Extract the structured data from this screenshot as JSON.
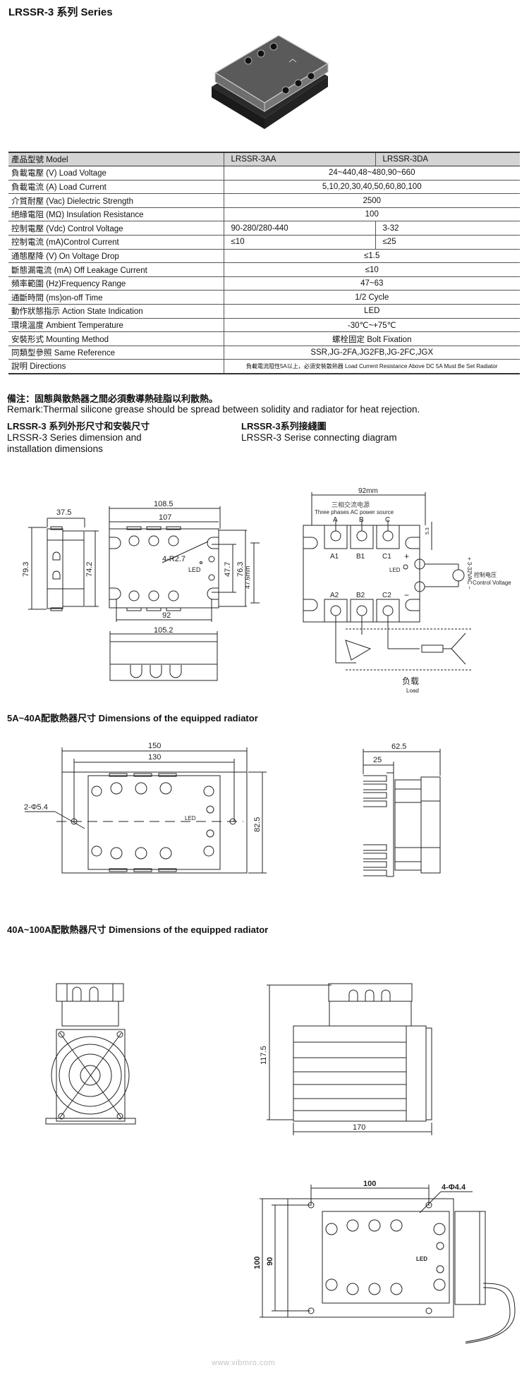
{
  "title": "LRSSR-3 系列 Series",
  "product_photo": {
    "alt": "LRSSR-3 three-phase solid state relay"
  },
  "spec_table": {
    "header": {
      "label": "產品型號 Model",
      "col1": "LRSSR-3AA",
      "col2": "LRSSR-3DA"
    },
    "rows": [
      {
        "label": "負載電壓 (V) Load Voltage",
        "value": "24~440,48~480,90~660"
      },
      {
        "label": "負載電流 (A) Load Current",
        "value": "5,10,20,30,40,50,60,80,100"
      },
      {
        "label": "介質耐壓 (Vac) Dielectric Strength",
        "value": "2500"
      },
      {
        "label": "絕緣電阻 (MΩ) Insulation Resistance",
        "value": "100"
      },
      {
        "label": "控制電壓 (Vdc) Control Voltage",
        "col1": "90-280/280-440",
        "col2": "3-32"
      },
      {
        "label": "控制電流 (mA)Control Current",
        "col1": "≤10",
        "col2": "≤25"
      },
      {
        "label": "通態壓降 (V) On Voltage Drop",
        "value": "≤1.5"
      },
      {
        "label": "斷態漏電流 (mA) Off Leakage Current",
        "value": "≤10"
      },
      {
        "label": "頻率範圍 (Hz)Frequency Range",
        "value": "47~63"
      },
      {
        "label": "通斷時間 (ms)on-off Time",
        "value": "1/2 Cycle"
      },
      {
        "label": "動作狀態指示 Action State Indication",
        "value": "LED"
      },
      {
        "label": "環境溫度 Ambient Temperature",
        "value": "-30℃~+75℃"
      },
      {
        "label": "安裝形式 Mounting Method",
        "value": "螺栓固定 Bolt Fixation"
      },
      {
        "label": "同類型參照 Same Reference",
        "value": "SSR,JG-2FA,JG2FB,JG-2FC,JGX"
      },
      {
        "label": "說明 Directions",
        "value": "負載電流阻性5A以上，必須安裝散熱器 Load Current Resistance Above DC 5A Must Be Set Radiator"
      }
    ]
  },
  "remark": {
    "cn": "備注：固態與散熱器之間必須敷導熱硅脂以利散熱。",
    "en": "Remark:Thermal silicone grease should be spread between solidity and radiator for heat rejection."
  },
  "dimension_section": {
    "title_cn": "LRSSR-3 系列外形尺寸和安裝尺寸",
    "title_en_1": "LRSSR-3 Series dimension and",
    "title_en_2": "installation dimensions",
    "dims": {
      "side_width": "37.5",
      "side_height_outer": "79.3",
      "side_height_inner": "74.2",
      "top_outer": "108.5",
      "top_inner": "107",
      "hole_radius": "4-R2.7",
      "led": "LED",
      "ctrl_spacing": "47.7",
      "body_height": "76.3",
      "hole_spacing": "92",
      "bottom_width": "105.2"
    }
  },
  "wiring_section": {
    "title_cn": "LRSSR-3系列接綫圖",
    "title_en": "LRSSR-3 Serise connecting diagram",
    "dim_top": "92mm",
    "dim_side": "47.6mm",
    "dim_small": "5.3",
    "source_cn": "三相交流电源",
    "source_en": "Three phases AC power source",
    "terminals_in": [
      "A",
      "B",
      "C"
    ],
    "terminals_top": [
      "A1",
      "B1",
      "C1"
    ],
    "terminals_bottom": [
      "A2",
      "B2",
      "C2"
    ],
    "led": "LED",
    "plus": "+",
    "minus": "−",
    "ctrl_range": "+ 3-32VAC −",
    "ctrl_cn": "控制电压",
    "ctrl_en": "Control Voltage",
    "load_cn": "负载",
    "load_en": "Load"
  },
  "radiator_small": {
    "title": "5A~40A配散熱器尺寸 Dimensions of the equipped radiator",
    "dims": {
      "outer_width": "150",
      "hole_spacing": "130",
      "hole": "2-Φ5.4",
      "height": "82.5",
      "led": "LED",
      "depth_total": "62.5",
      "fin_depth": "25"
    }
  },
  "radiator_large": {
    "title": "40A~100A配散熱器尺寸 Dimensions of the equipped radiator",
    "dims": {
      "height": "117.5",
      "length": "170",
      "hole_spacing": "100",
      "hole": "4-Φ4.4",
      "outer_height": "100",
      "inner_height": "90",
      "led": "LED"
    }
  },
  "watermark": "www.vibmro.com"
}
